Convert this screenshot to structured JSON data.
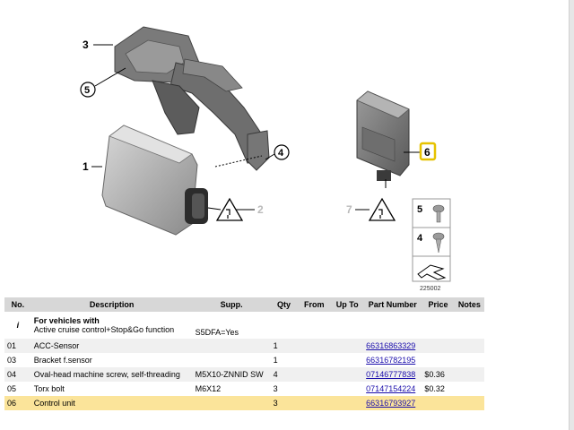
{
  "diagram": {
    "callouts": {
      "c3": "3",
      "c5": "5",
      "c1": "1",
      "c4": "4",
      "c2": "2",
      "c6": "6",
      "c7": "7"
    },
    "legend": {
      "item5": "5",
      "item4": "4"
    },
    "image_number": "225002"
  },
  "table": {
    "headers": {
      "no": "No.",
      "description": "Description",
      "supp": "Supp.",
      "qty": "Qty",
      "from": "From",
      "upto": "Up To",
      "part": "Part Number",
      "price": "Price",
      "notes": "Notes"
    },
    "info": {
      "marker": "i",
      "title": "For vehicles with",
      "detail": "Active cruise control+Stop&Go function",
      "supp": "S5DFA=Yes"
    },
    "rows": [
      {
        "no": "01",
        "desc": "ACC-Sensor",
        "supp": "",
        "qty": "1",
        "part": "66316863329",
        "price": ""
      },
      {
        "no": "03",
        "desc": "Bracket f.sensor",
        "supp": "",
        "qty": "1",
        "part": "66316782195",
        "price": ""
      },
      {
        "no": "04",
        "desc": "Oval-head machine screw, self-threading",
        "supp": "M5X10-ZNNID SW",
        "qty": "4",
        "part": "07146777838",
        "price": "$0.36"
      },
      {
        "no": "05",
        "desc": "Torx bolt",
        "supp": "M6X12",
        "qty": "3",
        "part": "07147154224",
        "price": "$0.32"
      },
      {
        "no": "06",
        "desc": "Control unit",
        "supp": "",
        "qty": "3",
        "part": "66316793927",
        "price": ""
      }
    ]
  },
  "colors": {
    "highlight_row": "#fbe49a",
    "highlight_callout": "#e6c200",
    "link": "#1a0dab",
    "header_bg": "#d7d7d7"
  }
}
